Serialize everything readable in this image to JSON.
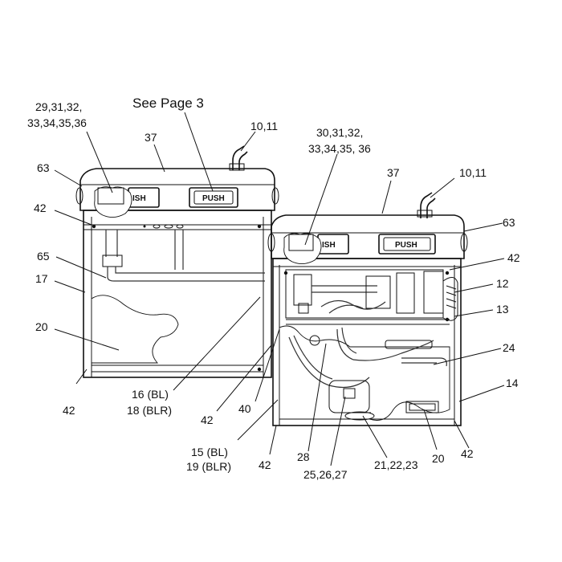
{
  "buttons": {
    "left_partial": "ISH",
    "left_push": "PUSH",
    "right_partial": "ISH",
    "right_push": "PUSH"
  },
  "callouts": {
    "c1a": "29,31,32,",
    "c1b": "33,34,35,36",
    "see_page": "See Page 3",
    "c37_left": "37",
    "c10_left": "10,11",
    "c63_left": "63",
    "c42_left_top": "42",
    "c65": "65",
    "c17": "17",
    "c20_left": "20",
    "c42_left_bottom": "42",
    "c16": "16 (BL)",
    "c18": "18 (BLR)",
    "c42_mid": "42",
    "c40": "40",
    "c30a": "30,31,32,",
    "c30b": "33,34,35, 36",
    "c37_right": "37",
    "c10_right": "10,11",
    "c63_right": "63",
    "c42_right": "42",
    "c12": "12",
    "c13": "13",
    "c24": "24",
    "c14": "14",
    "c15": "15 (BL)",
    "c19": "19 (BLR)",
    "c42_right_bottom": "42",
    "c28": "28",
    "c25": "25,26,27",
    "c21": "21,22,23",
    "c20_right": "20",
    "c42_far_right": "42"
  }
}
